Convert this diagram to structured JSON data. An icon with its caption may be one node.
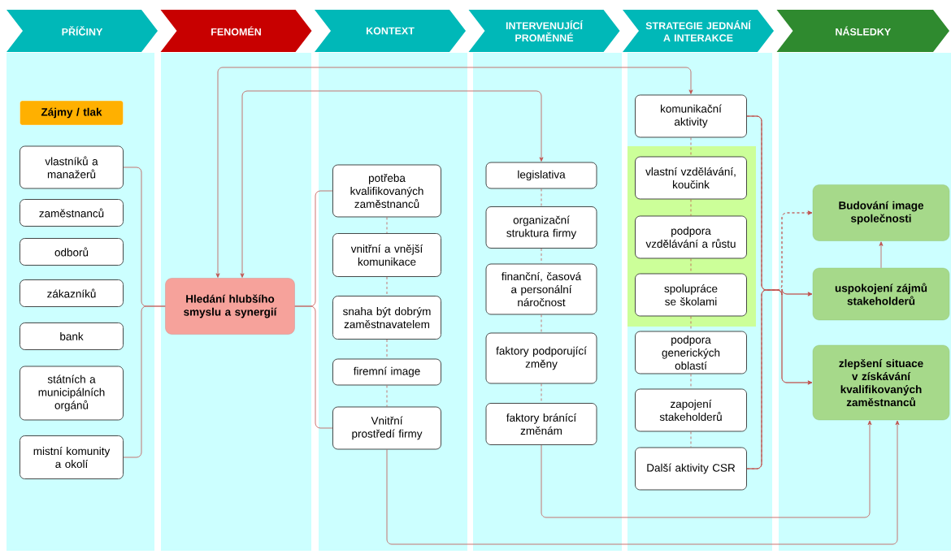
{
  "diagram": {
    "nodes": [
      {
        "text": [
          "PŘÍČINY"
        ]
      },
      {
        "text": [
          "FENOMÉN"
        ]
      },
      {
        "text": [
          "KONTEXT"
        ]
      },
      {
        "text": [
          "INTERVENUJÍCÍ PROMĚNNÉ"
        ]
      },
      {
        "text": [
          "STRATEGIE JEDNÁNÍ A INTERAKCE"
        ]
      },
      {
        "text": [
          "NÁSLEDKY"
        ]
      },
      {
        "text": [
          "Zájmy / tlak"
        ]
      },
      {
        "text": [
          "vlastníků a manažerů"
        ]
      },
      {
        "text": [
          "zaměstnanců"
        ]
      },
      {
        "text": [
          "odborů"
        ]
      },
      {
        "text": [
          "zákazníků"
        ]
      },
      {
        "text": [
          "bank"
        ]
      },
      {
        "text": [
          "státních a municipálních orgánů"
        ]
      },
      {
        "text": [
          "mistní komunity a okolí"
        ]
      },
      {
        "text": [
          "Hledání hlubšího smyslu a synergií"
        ]
      },
      {
        "text": [
          "potřeba kvalifikovaných zaměstnanců"
        ]
      },
      {
        "text": [
          "vnitřní a vnější komunikace"
        ]
      },
      {
        "text": [
          "snaha být dobrým zaměstnavatelem"
        ]
      },
      {
        "text": [
          "firemní image"
        ]
      },
      {
        "text": [
          "Vnitřní prostředí firmy"
        ]
      },
      {
        "text": [
          "legislativa"
        ]
      },
      {
        "text": [
          "organizační struktura firmy"
        ]
      },
      {
        "text": [
          "finanční, časová a personální náročnost"
        ]
      },
      {
        "text": [
          "faktory podporující změny"
        ]
      },
      {
        "text": [
          "faktory bránící změnám"
        ]
      },
      {
        "text": [
          "komunikační aktivity"
        ]
      },
      {
        "text": [
          "vlastní vzdělávání, koučink"
        ]
      },
      {
        "text": [
          "podpora vzdělávání a růstu"
        ]
      },
      {
        "text": [
          "spolupráce se školami"
        ]
      },
      {
        "text": [
          "podpora generických oblastí"
        ]
      },
      {
        "text": [
          "zapojení stakeholderů"
        ]
      },
      {
        "text": [
          "Další aktivity CSR"
        ]
      },
      {
        "text": [
          "Budování image společnosti"
        ]
      },
      {
        "text": [
          "uspokojení zájmů stakeholderů"
        ]
      },
      {
        "text": [
          "zlepšení situace v získávání kvalifikovaných zaměstnanců"
        ]
      }
    ],
    "edges": [
      {
        "from": 7,
        "to": 14,
        "arrow": "none"
      },
      {
        "from": 13,
        "to": 14,
        "arrow": "none"
      },
      {
        "from": 14,
        "to": 15,
        "arrow": "none"
      },
      {
        "from": 14,
        "to": 19,
        "arrow": "none"
      },
      {
        "from": 15,
        "to": 16,
        "arrow": "none",
        "style": "dashed"
      },
      {
        "from": 16,
        "to": 17,
        "arrow": "none",
        "style": "dashed"
      },
      {
        "from": 17,
        "to": 18,
        "arrow": "none",
        "style": "dashed"
      },
      {
        "from": 18,
        "to": 19,
        "arrow": "none",
        "style": "dashed"
      },
      {
        "from": 20,
        "to": 21,
        "arrow": "none",
        "style": "dashed"
      },
      {
        "from": 21,
        "to": 22,
        "arrow": "none",
        "style": "dashed"
      },
      {
        "from": 22,
        "to": 23,
        "arrow": "none",
        "style": "dashed"
      },
      {
        "from": 23,
        "to": 24,
        "arrow": "none",
        "style": "dashed"
      },
      {
        "from": 25,
        "to": 26,
        "arrow": "none",
        "style": "dashed"
      },
      {
        "from": 26,
        "to": 27,
        "arrow": "none",
        "style": "dashed"
      },
      {
        "from": 27,
        "to": 28,
        "arrow": "none",
        "style": "dashed"
      },
      {
        "from": 28,
        "to": 29,
        "arrow": "none",
        "style": "dashed"
      },
      {
        "from": 29,
        "to": 30,
        "arrow": "none",
        "style": "dashed"
      },
      {
        "from": 30,
        "to": 31,
        "arrow": "none",
        "style": "dashed"
      },
      {
        "from": 14,
        "to": 25,
        "arrow": "both"
      },
      {
        "from": 14,
        "to": 20,
        "arrow": "both"
      },
      {
        "from": 25,
        "to": 33,
        "arrow": "to"
      },
      {
        "from": 31,
        "to": 33,
        "arrow": "to"
      },
      {
        "from": 25,
        "to": 34,
        "arrow": "to"
      },
      {
        "from": 31,
        "to": 34,
        "arrow": "to"
      },
      {
        "from": 25,
        "to": 32,
        "arrow": "to",
        "style": "dashed"
      },
      {
        "from": 31,
        "to": 32,
        "arrow": "to",
        "style": "dashed"
      },
      {
        "from": 33,
        "to": 32,
        "arrow": "to"
      },
      {
        "from": 24,
        "to": 34,
        "arrow": "to"
      },
      {
        "from": 19,
        "to": 34,
        "arrow": "to"
      }
    ]
  }
}
